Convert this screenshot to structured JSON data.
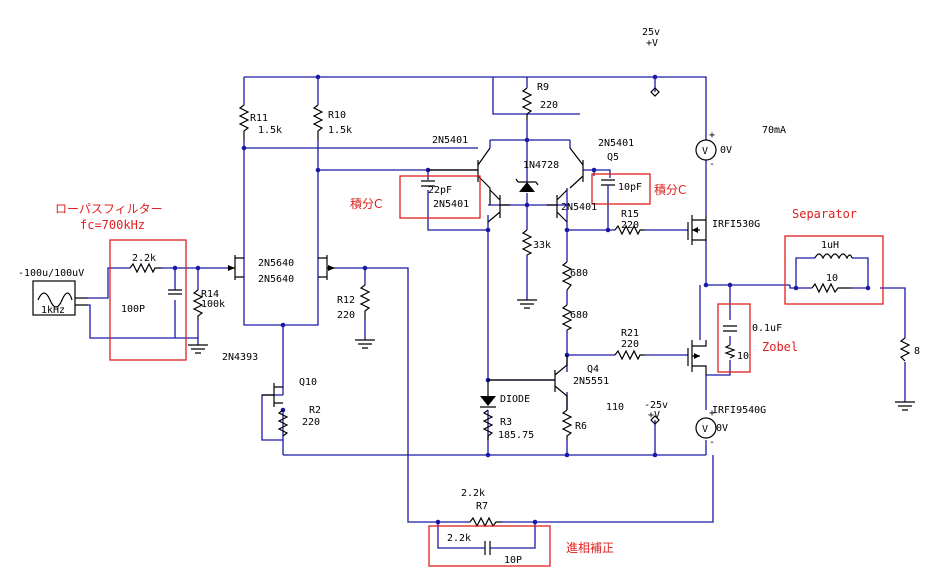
{
  "source": {
    "label": "-100u/100uV",
    "freq": "1kHz"
  },
  "annotations": {
    "lowpass_title": "ローパスフィルター",
    "lowpass_fc": "fc=700kHz",
    "integ_left": "積分C",
    "integ_right": "積分C",
    "separator": "Separator",
    "zobel": "Zobel",
    "phase_comp": "進相補正"
  },
  "supply": {
    "pos_voltage": "25v",
    "pos_rail": "+V",
    "neg_voltage": "-25v",
    "neg_rail": "+V",
    "current": "70mA",
    "meter_top": "0V",
    "meter_bottom": "0V",
    "plus": "+",
    "minus": "-",
    "meter_symbol": "V"
  },
  "components": {
    "r_in": "2.2k",
    "c_in": "100P",
    "r14_name": "R14",
    "r14_val": "100k",
    "r11_name": "R11",
    "r11_val": "1.5k",
    "r10_name": "R10",
    "r10_val": "1.5k",
    "r9_name": "R9",
    "r9_val": "220",
    "q_top_left": "2N5401",
    "q_top_right": "2N5401",
    "q5": "Q5",
    "zener": "1N4728",
    "c22": "22pF",
    "q_inner_left": "2N5401",
    "c10": "10pF",
    "q_inner_right": "2N5401",
    "r15_name": "R15",
    "r15_val": "220",
    "mos_top": "IRFI530G",
    "jfet_a": "2N5640",
    "jfet_b": "2N5640",
    "r12_name": "R12",
    "r12_val": "220",
    "r33k": "33k",
    "r680a": "680",
    "r680b": "680",
    "r21_name": "R21",
    "r21_val": "220",
    "q4_name": "Q4",
    "q4_type": "2N5551",
    "cs_jfet": "2N4393",
    "q10": "Q10",
    "r2_name": "R2",
    "r2_val": "220",
    "diode": "DIODE",
    "r3_name": "R3",
    "r3_val": "185.75",
    "r6_name": "R6",
    "r_110": "110",
    "mos_bottom": "IRFI9540G",
    "sep_l": "1uH",
    "sep_r": "10",
    "zobel_c": "0.1uF",
    "zobel_r": "10",
    "load": "8",
    "r7_val": "2.2k",
    "r7_name": "R7",
    "pc_r": "2.2k",
    "pc_c": "10P"
  },
  "colors": {
    "wire": "#1a1aa6",
    "annotation": "#e02020",
    "component": "#000000"
  }
}
